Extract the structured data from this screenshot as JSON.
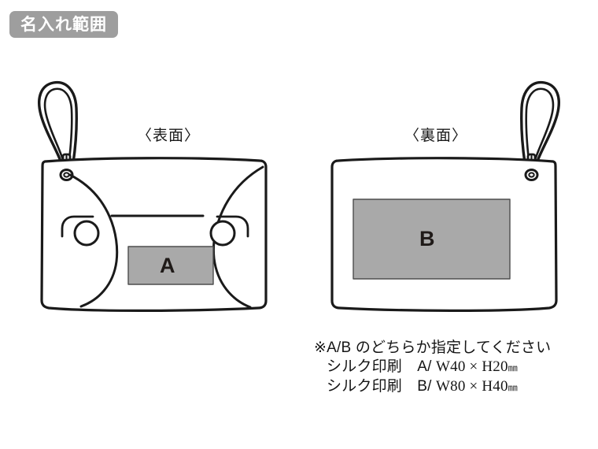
{
  "header": {
    "badge_label": "名入れ範囲",
    "badge_color": "#9e9e9e",
    "badge_text_color": "#ffffff"
  },
  "diagram": {
    "front": {
      "caption": "〈表面〉",
      "imprint_label": "A",
      "imprint_fill": "#a9a9a9",
      "imprint_stroke": "#4d4d4d",
      "accessory": "carabiner-clip",
      "grommet": "eyelet-ring"
    },
    "back": {
      "caption": "〈裏面〉",
      "imprint_label": "B",
      "imprint_fill": "#a9a9a9",
      "imprint_stroke": "#4d4d4d",
      "accessory": "carabiner-clip",
      "grommet": "eyelet-ring"
    },
    "line_color": "#1a1a1a",
    "body_fill": "#ffffff"
  },
  "notes": {
    "line1": "※A/B のどちらか指定してください",
    "line2_label": "シルク印刷　A/ ",
    "line2_dimensions": "W40 × H20",
    "line2_unit": "㎜",
    "line3_label": "シルク印刷　B/ ",
    "line3_dimensions": "W80 × H40",
    "line3_unit": "㎜"
  }
}
